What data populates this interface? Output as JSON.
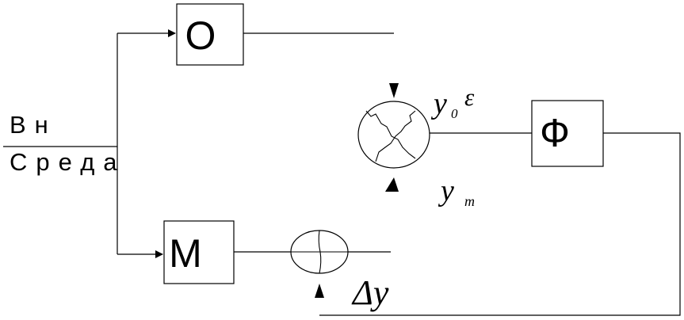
{
  "environment": {
    "line1": "Вн",
    "line2": "Среда"
  },
  "blocks": {
    "object": "O",
    "model": "M",
    "filter": "Ф"
  },
  "signals": {
    "y_o_base": "y",
    "y_o_sub": "0",
    "epsilon": "ε",
    "y_m_base": "y",
    "y_m_sub": "m",
    "delta_y": "Δy"
  }
}
